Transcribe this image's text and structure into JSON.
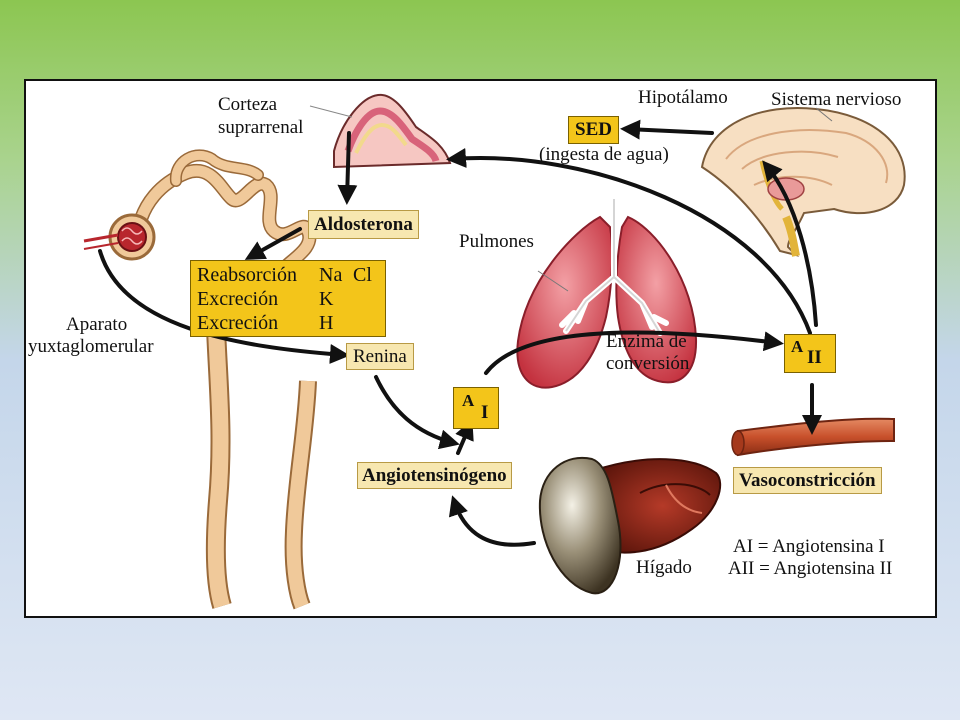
{
  "labels": {
    "corteza": "Corteza",
    "suprarrenal": "suprarrenal",
    "aldosterona": "Aldosterona",
    "hipotalamo": "Hipotálamo",
    "sistema_nervioso": "Sistema nervioso",
    "sed": "SED",
    "ingesta": "(ingesta de agua)",
    "pulmones": "Pulmones",
    "enzima_1": "Enzima de",
    "enzima_2": "conversión",
    "aparato_1": "Aparato",
    "aparato_2": "yuxtaglomerular",
    "renina": "Renina",
    "angiotensinogeno": "Angiotensinógeno",
    "vasoconstriccion": "Vasoconstricción",
    "higado": "Hígado",
    "legend_ai": "AI = Angiotensina I",
    "legend_aii": "AII = Angiotensina II"
  },
  "ions_box": {
    "rows": [
      {
        "process": "Reabsorción",
        "ion": "Na",
        "ion2": "Cl"
      },
      {
        "process": "Excreción",
        "ion": "K"
      },
      {
        "process": "Excreción",
        "ion": "H"
      }
    ]
  },
  "angiotensin_boxes": {
    "a1_letter": "A",
    "a1_sub": "I",
    "a2_letter": "A",
    "a2_sub": "II"
  },
  "colors": {
    "label_box": "#f7e7b0",
    "highlight_box": "#f3c51a",
    "organ_red": "#c23a45",
    "tubule": "#f0c99a",
    "liver": "#7a1f14",
    "vessel": "#c9542e"
  }
}
